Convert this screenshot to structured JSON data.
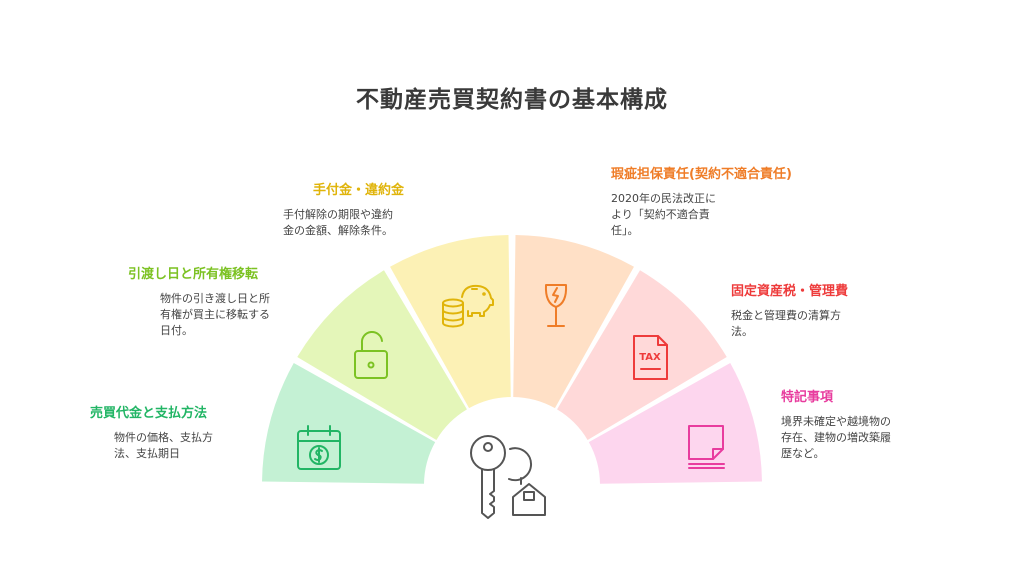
{
  "title": "不動産売買契約書の基本構成",
  "sections": [
    {
      "title": "売買代金と支払方法",
      "desc": [
        "物件の価格、支払方",
        "法、支払期日"
      ],
      "color": "#22b565",
      "fill": "#c4f1d4",
      "icon": "calendar-dollar-icon"
    },
    {
      "title": "引渡し日と所有権移転",
      "desc": [
        "物件の引き渡し日と所",
        "有権が買主に移転する",
        "日付。"
      ],
      "color": "#7cc223",
      "fill": "#e4f6b9",
      "icon": "open-padlock-icon"
    },
    {
      "title": "手付金・違約金",
      "desc": [
        "手付解除の期限や違約",
        "金の金額、解除条件。"
      ],
      "color": "#e0b40a",
      "fill": "#fcf1b5",
      "icon": "piggy-bank-coins-icon"
    },
    {
      "title": "瑕疵担保責任(契約不適合責任)",
      "desc": [
        "2020年の民法改正に",
        "より「契約不適合責",
        "任」。"
      ],
      "color": "#ef7d28",
      "fill": "#ffe0c6",
      "icon": "broken-glass-icon"
    },
    {
      "title": "固定資産税・管理費",
      "desc": [
        "税金と管理費の清算方",
        "法。"
      ],
      "color": "#ee3b3b",
      "fill": "#ffd9d9",
      "icon": "tax-document-icon"
    },
    {
      "title": "特記事項",
      "desc": [
        "境界未確定や越境物の",
        "存在、建物の増改築履",
        "歴など。"
      ],
      "color": "#e83c9e",
      "fill": "#fdd6ee",
      "icon": "sticky-note-icon"
    }
  ],
  "center_icon": "keys-with-house-tag-icon"
}
